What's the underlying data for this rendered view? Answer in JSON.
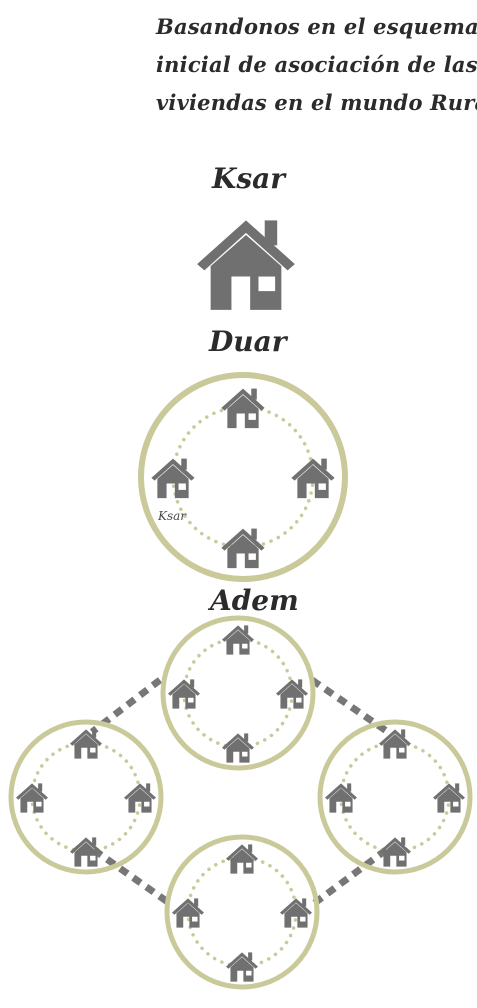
{
  "intro": {
    "line1": "Basandonos en el esquema",
    "line2": "inicial de asociación de las",
    "line3": "viviendas en el mundo Rural"
  },
  "labels": {
    "ksar": "Ksar",
    "duar": "Duar",
    "adem": "Adem",
    "duar_house_label": "Ksar"
  },
  "icons": {
    "house": "house-icon"
  },
  "colors": {
    "ring": "#c9c99a",
    "dots": "#c9c99a",
    "house": "#707070",
    "connector": "#777777",
    "text": "#2b2b2b"
  }
}
